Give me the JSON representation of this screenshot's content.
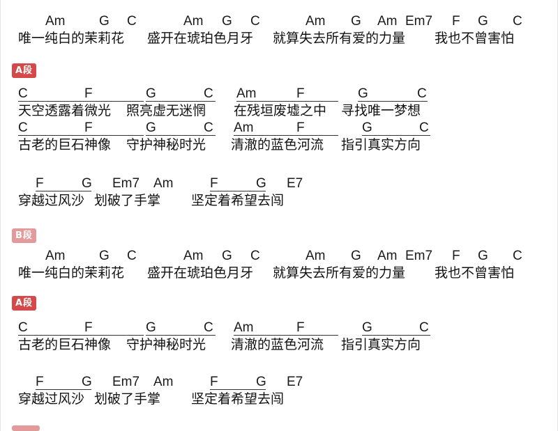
{
  "sections": {
    "a": "A段",
    "b": "B段"
  },
  "chorus": {
    "chords": [
      "Am",
      "G",
      "C",
      "Am",
      "G",
      "C",
      "Am",
      "G",
      "Am",
      "Em7",
      "F",
      "G",
      "C"
    ],
    "lyrics": [
      "唯一纯白的茉莉花",
      "盛开在琥珀色月牙",
      "就算失去所有爱的力量",
      "我也不曾害怕"
    ]
  },
  "verse1": {
    "chords": [
      "C",
      "F",
      "G",
      "C",
      "Am",
      "F",
      "G",
      "C"
    ],
    "lyrics": [
      "天空透露着微光",
      "照亮虚无迷惘",
      "在残垣废墟之中",
      "寻找唯一梦想"
    ]
  },
  "verse2": {
    "chords": [
      "C",
      "F",
      "G",
      "C",
      "Am",
      "F",
      "G",
      "C"
    ],
    "lyrics": [
      "古老的巨石神像",
      "守护神秘时光",
      "清澈的蓝色河流",
      "指引真实方向"
    ]
  },
  "bridge": {
    "chords": [
      "F",
      "G",
      "Em7",
      "Am",
      "F",
      "G",
      "E7"
    ],
    "lyrics": [
      "穿越过风沙",
      "划破了手掌",
      "坚定着希望去闯"
    ]
  },
  "colors": {
    "tag_a": "#d44a4a",
    "tag_b": "#e39a9a"
  }
}
